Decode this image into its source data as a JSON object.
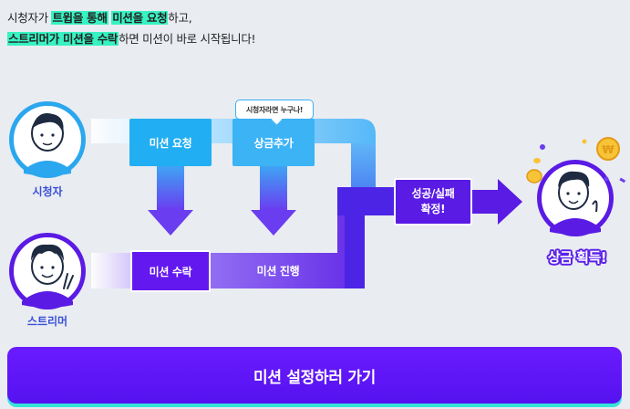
{
  "intro": {
    "line1_pre": "시청자가 ",
    "line1_hl1": "트윕을 통해",
    "line1_mid": " ",
    "line1_hl2": "미션을 요청",
    "line1_post": "하고,",
    "line2_hl": "스트리머가 미션을 수락",
    "line2_post": "하면 미션이 바로 시작됩니다!"
  },
  "flow": {
    "viewer_label": "시청자",
    "streamer_label": "스트리머",
    "request_label": "미션 요청",
    "bonus_label": "상금추가",
    "bonus_bubble": "시청자라면 누구나!",
    "accept_label": "미션 수락",
    "progress_label": "미션 진행",
    "result_line1": "성공/실패",
    "result_line2": "확정!",
    "prize_label": "상금 획득!"
  },
  "cta": {
    "label": "미션 설정하러 가기"
  },
  "colors": {
    "highlight": "#37f2c2",
    "blue": "#21aef2",
    "purple": "#5a1be4",
    "cta": "#5f16f7",
    "cta_shadow": "#35e4d9"
  }
}
